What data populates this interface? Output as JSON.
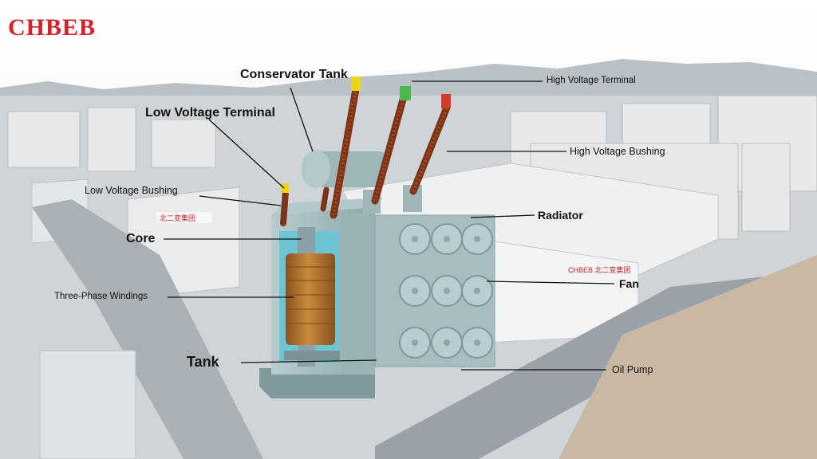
{
  "brand": "CHBEB",
  "colors": {
    "brand_red": "#d6202a",
    "transformer": "#9fb6b9",
    "winding": "#b8792e",
    "bushing": "#8a3a1c"
  },
  "labels": {
    "conservator_tank": "Conservator Tank",
    "high_voltage_terminal": "High Voltage Terminal",
    "low_voltage_terminal": "Low Voltage Terminal",
    "high_voltage_bushing": "High Voltage Bushing",
    "low_voltage_bushing": "Low Voltage Bushing",
    "radiator": "Radiator",
    "core": "Core",
    "fan": "Fan",
    "three_phase_windings": "Three-Phase Windings",
    "tank": "Tank",
    "oil_pump": "Oil Pump"
  },
  "signage": {
    "factory_sign": "CHBEB 北二变集团",
    "building_sign": "北二变集团"
  }
}
